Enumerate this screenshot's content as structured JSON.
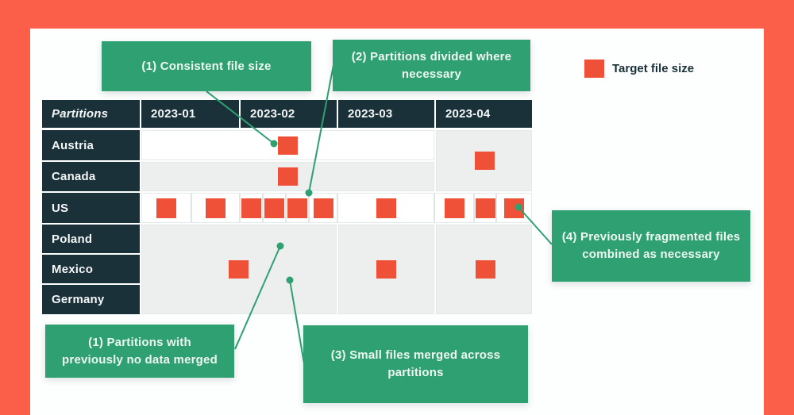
{
  "colors": {
    "background_orange": "#FB5F4A",
    "file_red": "#EF5138",
    "callout_green": "#2EA071",
    "header_navy": "#1B3139",
    "empty_cell_gray": "#EDEFEF"
  },
  "legend": {
    "label": "Target file size"
  },
  "callouts": {
    "top_left": "(1) Consistent file size",
    "top_right": "(2) Partitions divided where necessary",
    "bottom_left": "(1) Partitions with previously no data merged",
    "bottom_mid": "(3) Small files merged across partitions",
    "right": "(4) Previously fragmented files combined as necessary"
  },
  "table": {
    "corner_header": "Partitions",
    "month_headers": [
      "2023-01",
      "2023-02",
      "2023-03",
      "2023-04"
    ],
    "row_labels": [
      "Austria",
      "Canada",
      "US",
      "Poland",
      "Mexico",
      "Germany"
    ],
    "files": [
      {
        "partition": "Austria",
        "month": "2023-02",
        "files": 1
      },
      {
        "partition": "Canada",
        "month": "2023-02",
        "files": 1
      },
      {
        "partition": "Austria+Canada (merged cell)",
        "month": "2023-04",
        "files": 1
      },
      {
        "partition": "US",
        "month": "2023-01",
        "files": 2
      },
      {
        "partition": "US",
        "month": "2023-02",
        "files": 4
      },
      {
        "partition": "US",
        "month": "2023-03",
        "files": 1
      },
      {
        "partition": "US",
        "month": "2023-04",
        "files": 3
      },
      {
        "partition": "Poland+Mexico+Germany (merged cell)",
        "month": "2023-01+2023-02 (merged)",
        "files": 1
      },
      {
        "partition": "Poland+Mexico+Germany (merged cell)",
        "month": "2023-03",
        "files": 1
      },
      {
        "partition": "Poland+Mexico+Germany (merged cell)",
        "month": "2023-04",
        "files": 1
      }
    ]
  }
}
